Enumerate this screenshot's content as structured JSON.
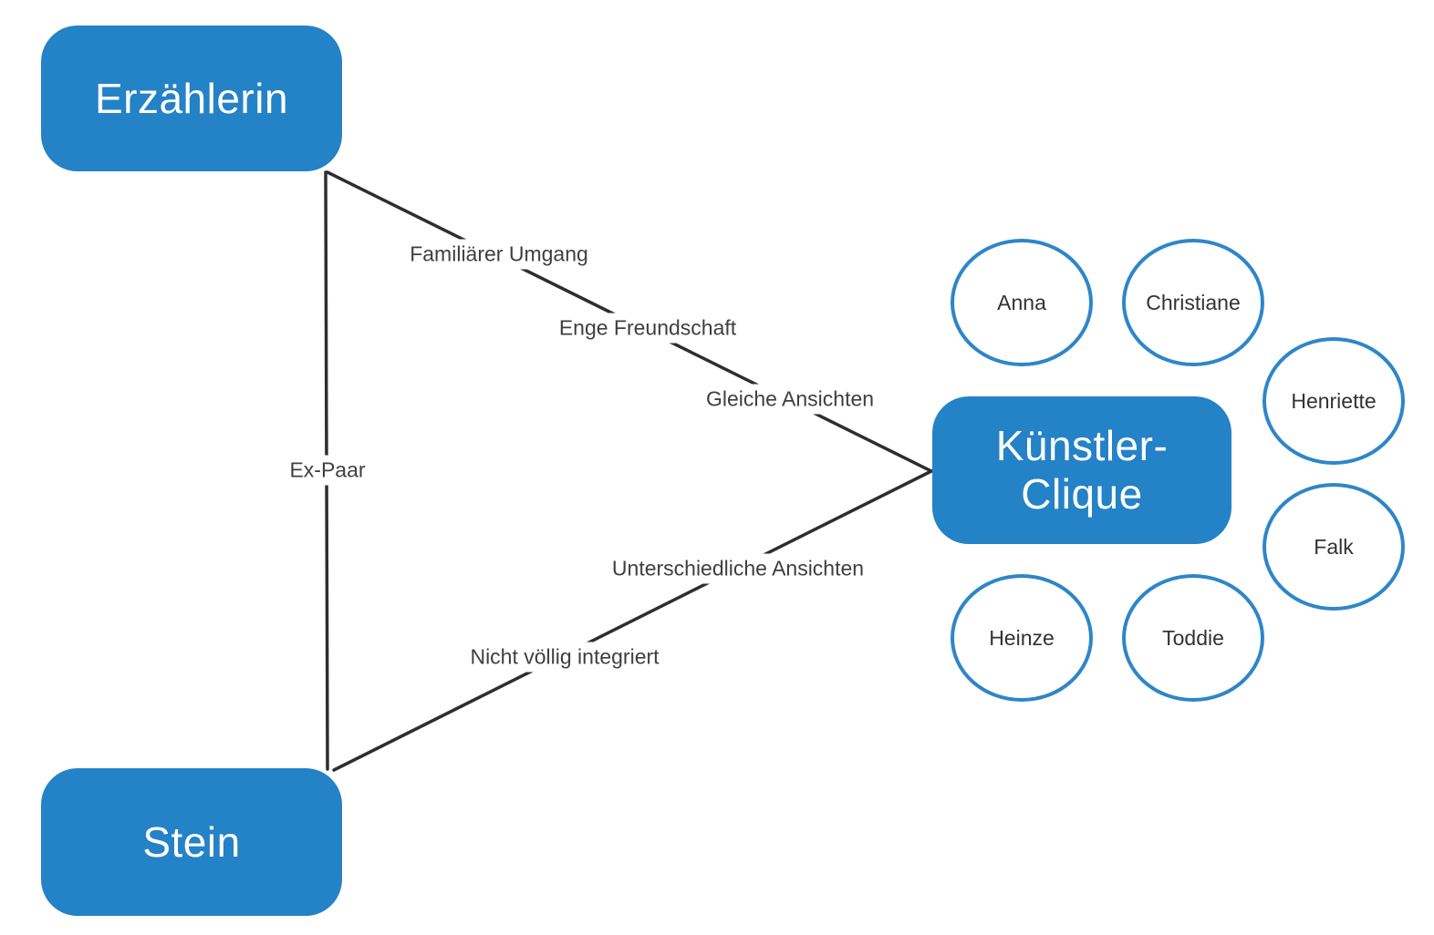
{
  "diagram": {
    "nodes": {
      "erzaehlerin": "Erzählerin",
      "stein": "Stein",
      "kuenstler_clique": "Künstler-\nClique"
    },
    "edge_labels": {
      "familiaerer_umgang": "Familiärer Umgang",
      "enge_freundschaft": "Enge Freundschaft",
      "gleiche_ansichten": "Gleiche Ansichten",
      "ex_paar": "Ex-Paar",
      "unterschiedliche_ansichten": "Unterschiedliche Ansichten",
      "nicht_voellig_integriert": "Nicht völlig integriert"
    },
    "members": [
      "Anna",
      "Christiane",
      "Henriette",
      "Falk",
      "Heinze",
      "Toddie"
    ],
    "colors": {
      "node_fill": "#2482C7",
      "node_text": "#FFFFFF",
      "circle_border": "#2E86C8",
      "line": "#2E2E2E",
      "label_text": "#3F3F3F",
      "background": "#FFFFFF"
    }
  }
}
